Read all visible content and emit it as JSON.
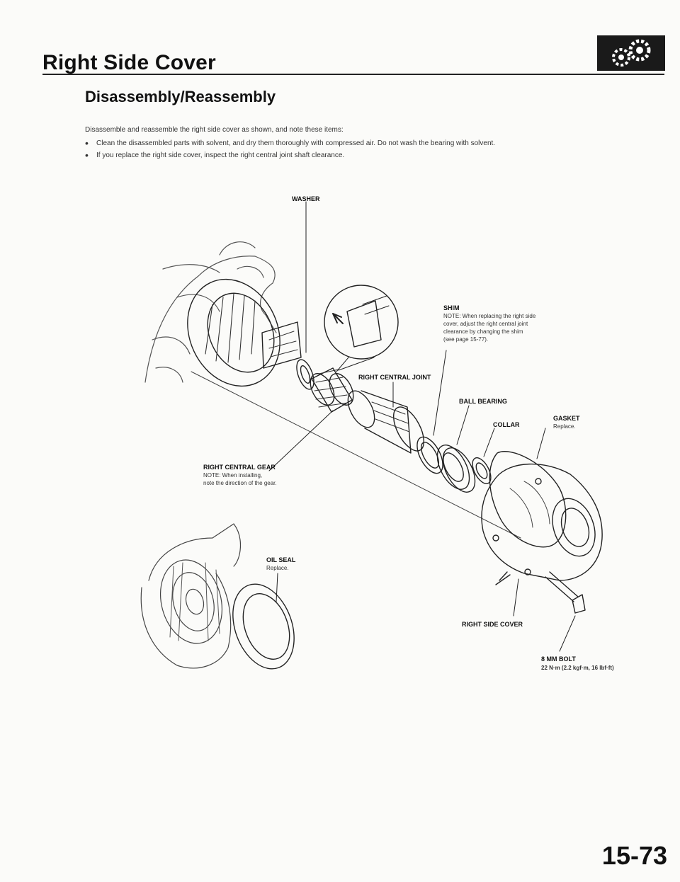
{
  "page": {
    "title": "Right Side Cover",
    "section_title": "Disassembly/Reassembly",
    "intro": "Disassemble and reassemble the right side cover as shown, and note these items:",
    "bullets": [
      "Clean the disassembled parts with solvent, and dry them thoroughly with compressed air. Do not wash the bearing with solvent.",
      "If you replace the right side cover, inspect the right central joint shaft clearance."
    ],
    "page_number": "15-73"
  },
  "icons": {
    "logo": "gears-icon"
  },
  "labels": {
    "washer": "WASHER",
    "shim": "SHIM",
    "shim_note": [
      "NOTE: When replacing the right side",
      "cover, adjust the right central joint",
      "clearance by changing the shim",
      "(see page 15-77)."
    ],
    "right_central_joint": "RIGHT CENTRAL JOINT",
    "ball_bearing": "BALL BEARING",
    "gasket": "GASKET",
    "gasket_note": "Replace.",
    "collar": "COLLAR",
    "right_central_gear": "RIGHT CENTRAL GEAR",
    "gear_note": [
      "NOTE: When installing,",
      "note the direction of the gear."
    ],
    "oil_seal": "OIL SEAL",
    "oil_seal_note": "Replace.",
    "right_side_cover": "RIGHT SIDE COVER",
    "bolt": "8 mm BOLT",
    "bolt_torque": "22 N·m (2.2 kgf·m, 16 lbf·ft)"
  }
}
